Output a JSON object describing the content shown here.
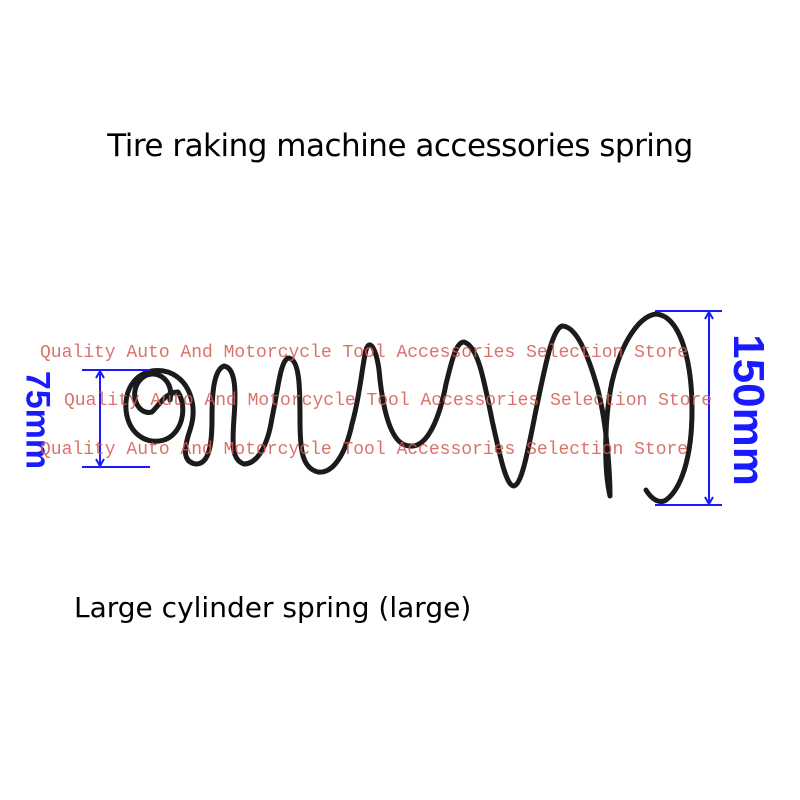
{
  "title": "Tire raking machine accessories spring",
  "caption": "Large cylinder spring (large)",
  "watermark_lines": [
    "Quality Auto And Motorcycle Tool Accessories Selection Store",
    "Quality Auto And Motorcycle Tool Accessories Selection Store",
    "Quality Auto And Motorcycle Tool Accessories Selection Store"
  ],
  "dimensions": {
    "small_end": "75mm",
    "large_end": "150mm"
  },
  "colors": {
    "dimension": "#1a1aff",
    "watermark": "#d45a52",
    "spring": "#1b1b1b"
  }
}
